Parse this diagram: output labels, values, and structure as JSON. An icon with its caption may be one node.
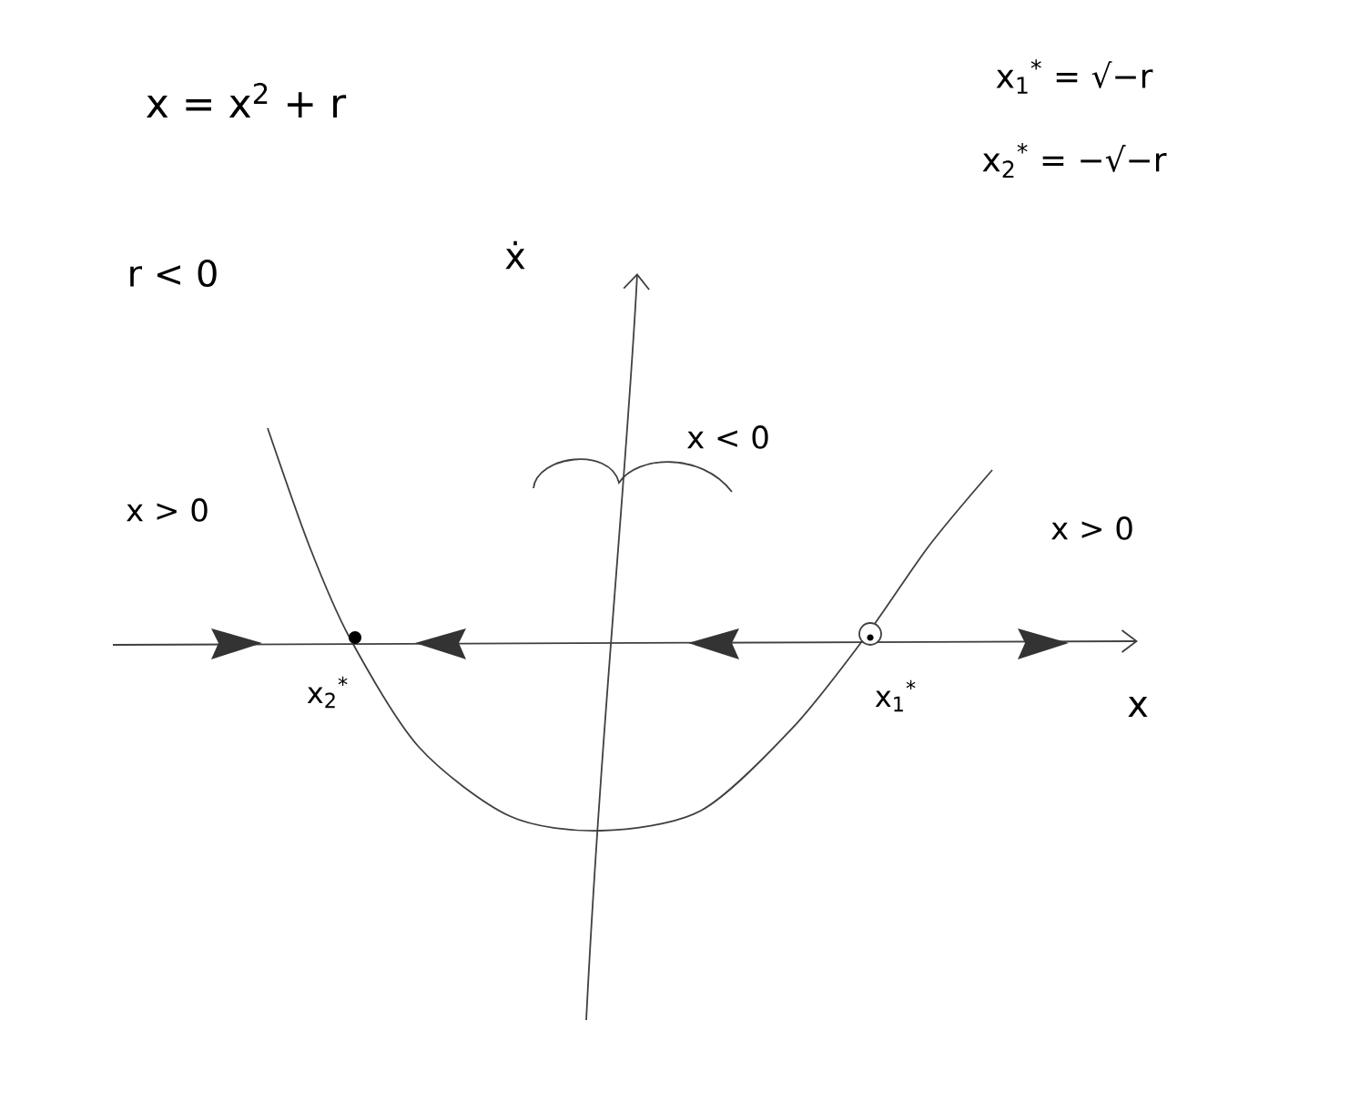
{
  "diagram": {
    "labels": [
      "x = x$^{2}$ + r",
      "x$_{1}$$^{*}$ = √−r",
      "x$_{2}$$^{*}$ = −√−r",
      "r < 0",
      "ẋ",
      "x > 0",
      "x < 0",
      "x > 0",
      "x$_{2}$$^{*}$",
      "x$_{1}$$^{*}$",
      "x"
    ]
  }
}
